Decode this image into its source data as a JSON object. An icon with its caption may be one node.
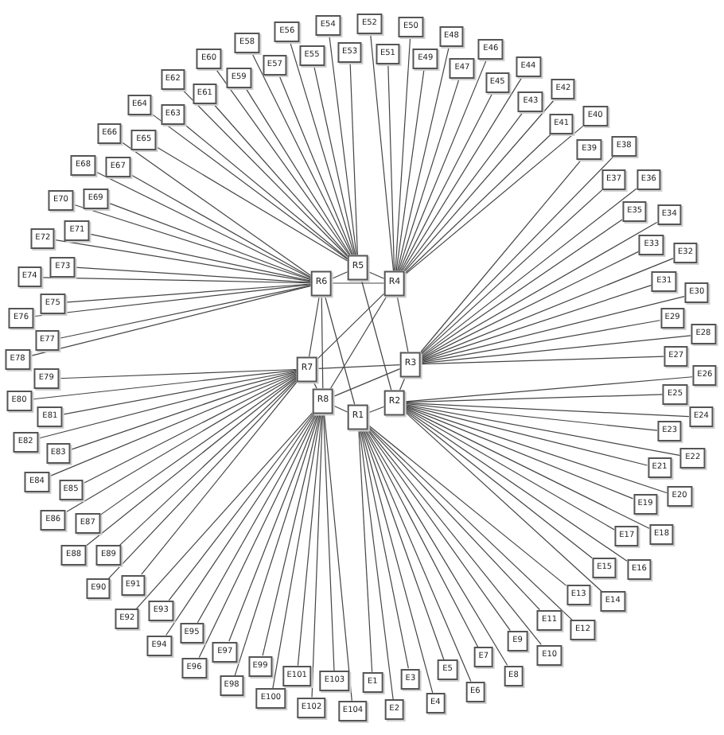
{
  "diagram": {
    "nodes": [
      {
        "text": [
          "R1"
        ]
      },
      {
        "text": [
          "R2"
        ]
      },
      {
        "text": [
          "R3"
        ]
      },
      {
        "text": [
          "R4"
        ]
      },
      {
        "text": [
          "R5"
        ]
      },
      {
        "text": [
          "R6"
        ]
      },
      {
        "text": [
          "R7"
        ]
      },
      {
        "text": [
          "R8"
        ]
      },
      {
        "text": [
          "E1"
        ]
      },
      {
        "text": [
          "E2"
        ]
      },
      {
        "text": [
          "E3"
        ]
      },
      {
        "text": [
          "E4"
        ]
      },
      {
        "text": [
          "E5"
        ]
      },
      {
        "text": [
          "E6"
        ]
      },
      {
        "text": [
          "E7"
        ]
      },
      {
        "text": [
          "E8"
        ]
      },
      {
        "text": [
          "E9"
        ]
      },
      {
        "text": [
          "E10"
        ]
      },
      {
        "text": [
          "E11"
        ]
      },
      {
        "text": [
          "E12"
        ]
      },
      {
        "text": [
          "E13"
        ]
      },
      {
        "text": [
          "E14"
        ]
      },
      {
        "text": [
          "E15"
        ]
      },
      {
        "text": [
          "E16"
        ]
      },
      {
        "text": [
          "E17"
        ]
      },
      {
        "text": [
          "E18"
        ]
      },
      {
        "text": [
          "E19"
        ]
      },
      {
        "text": [
          "E20"
        ]
      },
      {
        "text": [
          "E21"
        ]
      },
      {
        "text": [
          "E22"
        ]
      },
      {
        "text": [
          "E23"
        ]
      },
      {
        "text": [
          "E24"
        ]
      },
      {
        "text": [
          "E25"
        ]
      },
      {
        "text": [
          "E26"
        ]
      },
      {
        "text": [
          "E27"
        ]
      },
      {
        "text": [
          "E28"
        ]
      },
      {
        "text": [
          "E29"
        ]
      },
      {
        "text": [
          "E30"
        ]
      },
      {
        "text": [
          "E31"
        ]
      },
      {
        "text": [
          "E32"
        ]
      },
      {
        "text": [
          "E33"
        ]
      },
      {
        "text": [
          "E34"
        ]
      },
      {
        "text": [
          "E35"
        ]
      },
      {
        "text": [
          "E36"
        ]
      },
      {
        "text": [
          "E37"
        ]
      },
      {
        "text": [
          "E38"
        ]
      },
      {
        "text": [
          "E39"
        ]
      },
      {
        "text": [
          "E40"
        ]
      },
      {
        "text": [
          "E41"
        ]
      },
      {
        "text": [
          "E42"
        ]
      },
      {
        "text": [
          "E43"
        ]
      },
      {
        "text": [
          "E44"
        ]
      },
      {
        "text": [
          "E45"
        ]
      },
      {
        "text": [
          "E46"
        ]
      },
      {
        "text": [
          "E47"
        ]
      },
      {
        "text": [
          "E48"
        ]
      },
      {
        "text": [
          "E49"
        ]
      },
      {
        "text": [
          "E50"
        ]
      },
      {
        "text": [
          "E51"
        ]
      },
      {
        "text": [
          "E52"
        ]
      },
      {
        "text": [
          "E53"
        ]
      },
      {
        "text": [
          "E54"
        ]
      },
      {
        "text": [
          "E55"
        ]
      },
      {
        "text": [
          "E56"
        ]
      },
      {
        "text": [
          "E57"
        ]
      },
      {
        "text": [
          "E58"
        ]
      },
      {
        "text": [
          "E59"
        ]
      },
      {
        "text": [
          "E60"
        ]
      },
      {
        "text": [
          "E61"
        ]
      },
      {
        "text": [
          "E62"
        ]
      },
      {
        "text": [
          "E63"
        ]
      },
      {
        "text": [
          "E64"
        ]
      },
      {
        "text": [
          "E65"
        ]
      },
      {
        "text": [
          "E66"
        ]
      },
      {
        "text": [
          "E67"
        ]
      },
      {
        "text": [
          "E68"
        ]
      },
      {
        "text": [
          "E69"
        ]
      },
      {
        "text": [
          "E70"
        ]
      },
      {
        "text": [
          "E71"
        ]
      },
      {
        "text": [
          "E72"
        ]
      },
      {
        "text": [
          "E73"
        ]
      },
      {
        "text": [
          "E74"
        ]
      },
      {
        "text": [
          "E75"
        ]
      },
      {
        "text": [
          "E76"
        ]
      },
      {
        "text": [
          "E77"
        ]
      },
      {
        "text": [
          "E78"
        ]
      },
      {
        "text": [
          "E79"
        ]
      },
      {
        "text": [
          "E80"
        ]
      },
      {
        "text": [
          "E81"
        ]
      },
      {
        "text": [
          "E82"
        ]
      },
      {
        "text": [
          "E83"
        ]
      },
      {
        "text": [
          "E84"
        ]
      },
      {
        "text": [
          "E85"
        ]
      },
      {
        "text": [
          "E86"
        ]
      },
      {
        "text": [
          "E87"
        ]
      },
      {
        "text": [
          "E88"
        ]
      },
      {
        "text": [
          "E89"
        ]
      },
      {
        "text": [
          "E90"
        ]
      },
      {
        "text": [
          "E91"
        ]
      },
      {
        "text": [
          "E92"
        ]
      },
      {
        "text": [
          "E93"
        ]
      },
      {
        "text": [
          "E94"
        ]
      },
      {
        "text": [
          "E95"
        ]
      },
      {
        "text": [
          "E96"
        ]
      },
      {
        "text": [
          "E97"
        ]
      },
      {
        "text": [
          "E98"
        ]
      },
      {
        "text": [
          "E99"
        ]
      },
      {
        "text": [
          "E100"
        ]
      },
      {
        "text": [
          "E101"
        ]
      },
      {
        "text": [
          "E102"
        ]
      },
      {
        "text": [
          "E103"
        ]
      },
      {
        "text": [
          "E104"
        ]
      }
    ],
    "edges": [
      {
        "from": 0,
        "to": 1,
        "arrow": "none"
      },
      {
        "from": 1,
        "to": 2,
        "arrow": "none"
      },
      {
        "from": 2,
        "to": 3,
        "arrow": "none"
      },
      {
        "from": 3,
        "to": 4,
        "arrow": "none"
      },
      {
        "from": 4,
        "to": 5,
        "arrow": "none"
      },
      {
        "from": 5,
        "to": 6,
        "arrow": "none"
      },
      {
        "from": 6,
        "to": 7,
        "arrow": "none"
      },
      {
        "from": 7,
        "to": 0,
        "arrow": "none"
      },
      {
        "from": 3,
        "to": 5,
        "arrow": "none"
      },
      {
        "from": 1,
        "to": 4,
        "arrow": "none"
      },
      {
        "from": 0,
        "to": 5,
        "arrow": "none"
      },
      {
        "from": 5,
        "to": 7,
        "arrow": "none"
      },
      {
        "from": 3,
        "to": 6,
        "arrow": "none"
      },
      {
        "from": 3,
        "to": 7,
        "arrow": "none"
      },
      {
        "from": 2,
        "to": 6,
        "arrow": "none"
      },
      {
        "from": 2,
        "to": 7,
        "arrow": "none"
      },
      {
        "from": 8,
        "to": 0,
        "arrow": "none"
      },
      {
        "from": 9,
        "to": 0,
        "arrow": "none"
      },
      {
        "from": 10,
        "to": 0,
        "arrow": "none"
      },
      {
        "from": 11,
        "to": 0,
        "arrow": "none"
      },
      {
        "from": 12,
        "to": 0,
        "arrow": "none"
      },
      {
        "from": 13,
        "to": 0,
        "arrow": "none"
      },
      {
        "from": 14,
        "to": 0,
        "arrow": "none"
      },
      {
        "from": 15,
        "to": 0,
        "arrow": "none"
      },
      {
        "from": 16,
        "to": 0,
        "arrow": "none"
      },
      {
        "from": 17,
        "to": 0,
        "arrow": "none"
      },
      {
        "from": 18,
        "to": 0,
        "arrow": "none"
      },
      {
        "from": 19,
        "to": 0,
        "arrow": "none"
      },
      {
        "from": 20,
        "to": 0,
        "arrow": "none"
      },
      {
        "from": 21,
        "to": 1,
        "arrow": "none"
      },
      {
        "from": 22,
        "to": 1,
        "arrow": "none"
      },
      {
        "from": 23,
        "to": 1,
        "arrow": "none"
      },
      {
        "from": 24,
        "to": 1,
        "arrow": "none"
      },
      {
        "from": 25,
        "to": 1,
        "arrow": "none"
      },
      {
        "from": 26,
        "to": 1,
        "arrow": "none"
      },
      {
        "from": 27,
        "to": 1,
        "arrow": "none"
      },
      {
        "from": 28,
        "to": 1,
        "arrow": "none"
      },
      {
        "from": 29,
        "to": 1,
        "arrow": "none"
      },
      {
        "from": 30,
        "to": 1,
        "arrow": "none"
      },
      {
        "from": 31,
        "to": 1,
        "arrow": "none"
      },
      {
        "from": 32,
        "to": 1,
        "arrow": "none"
      },
      {
        "from": 33,
        "to": 1,
        "arrow": "none"
      },
      {
        "from": 34,
        "to": 2,
        "arrow": "none"
      },
      {
        "from": 35,
        "to": 2,
        "arrow": "none"
      },
      {
        "from": 36,
        "to": 2,
        "arrow": "none"
      },
      {
        "from": 37,
        "to": 2,
        "arrow": "none"
      },
      {
        "from": 38,
        "to": 2,
        "arrow": "none"
      },
      {
        "from": 39,
        "to": 2,
        "arrow": "none"
      },
      {
        "from": 40,
        "to": 2,
        "arrow": "none"
      },
      {
        "from": 41,
        "to": 2,
        "arrow": "none"
      },
      {
        "from": 42,
        "to": 2,
        "arrow": "none"
      },
      {
        "from": 43,
        "to": 2,
        "arrow": "none"
      },
      {
        "from": 44,
        "to": 2,
        "arrow": "none"
      },
      {
        "from": 45,
        "to": 2,
        "arrow": "none"
      },
      {
        "from": 46,
        "to": 2,
        "arrow": "none"
      },
      {
        "from": 47,
        "to": 3,
        "arrow": "none"
      },
      {
        "from": 48,
        "to": 3,
        "arrow": "none"
      },
      {
        "from": 49,
        "to": 3,
        "arrow": "none"
      },
      {
        "from": 50,
        "to": 3,
        "arrow": "none"
      },
      {
        "from": 51,
        "to": 3,
        "arrow": "none"
      },
      {
        "from": 52,
        "to": 3,
        "arrow": "none"
      },
      {
        "from": 53,
        "to": 3,
        "arrow": "none"
      },
      {
        "from": 54,
        "to": 3,
        "arrow": "none"
      },
      {
        "from": 55,
        "to": 3,
        "arrow": "none"
      },
      {
        "from": 56,
        "to": 3,
        "arrow": "none"
      },
      {
        "from": 57,
        "to": 3,
        "arrow": "none"
      },
      {
        "from": 58,
        "to": 3,
        "arrow": "none"
      },
      {
        "from": 59,
        "to": 3,
        "arrow": "none"
      },
      {
        "from": 60,
        "to": 4,
        "arrow": "none"
      },
      {
        "from": 61,
        "to": 4,
        "arrow": "none"
      },
      {
        "from": 62,
        "to": 4,
        "arrow": "none"
      },
      {
        "from": 63,
        "to": 4,
        "arrow": "none"
      },
      {
        "from": 64,
        "to": 4,
        "arrow": "none"
      },
      {
        "from": 65,
        "to": 4,
        "arrow": "none"
      },
      {
        "from": 66,
        "to": 4,
        "arrow": "none"
      },
      {
        "from": 67,
        "to": 4,
        "arrow": "none"
      },
      {
        "from": 68,
        "to": 4,
        "arrow": "none"
      },
      {
        "from": 69,
        "to": 4,
        "arrow": "none"
      },
      {
        "from": 70,
        "to": 4,
        "arrow": "none"
      },
      {
        "from": 71,
        "to": 4,
        "arrow": "none"
      },
      {
        "from": 72,
        "to": 4,
        "arrow": "none"
      },
      {
        "from": 73,
        "to": 5,
        "arrow": "none"
      },
      {
        "from": 74,
        "to": 5,
        "arrow": "none"
      },
      {
        "from": 75,
        "to": 5,
        "arrow": "none"
      },
      {
        "from": 76,
        "to": 5,
        "arrow": "none"
      },
      {
        "from": 77,
        "to": 5,
        "arrow": "none"
      },
      {
        "from": 78,
        "to": 5,
        "arrow": "none"
      },
      {
        "from": 79,
        "to": 5,
        "arrow": "none"
      },
      {
        "from": 80,
        "to": 5,
        "arrow": "none"
      },
      {
        "from": 81,
        "to": 5,
        "arrow": "none"
      },
      {
        "from": 82,
        "to": 5,
        "arrow": "none"
      },
      {
        "from": 83,
        "to": 5,
        "arrow": "none"
      },
      {
        "from": 84,
        "to": 5,
        "arrow": "none"
      },
      {
        "from": 85,
        "to": 5,
        "arrow": "none"
      },
      {
        "from": 86,
        "to": 6,
        "arrow": "none"
      },
      {
        "from": 87,
        "to": 6,
        "arrow": "none"
      },
      {
        "from": 88,
        "to": 6,
        "arrow": "none"
      },
      {
        "from": 89,
        "to": 6,
        "arrow": "none"
      },
      {
        "from": 90,
        "to": 6,
        "arrow": "none"
      },
      {
        "from": 91,
        "to": 6,
        "arrow": "none"
      },
      {
        "from": 92,
        "to": 6,
        "arrow": "none"
      },
      {
        "from": 93,
        "to": 6,
        "arrow": "none"
      },
      {
        "from": 94,
        "to": 6,
        "arrow": "none"
      },
      {
        "from": 95,
        "to": 6,
        "arrow": "none"
      },
      {
        "from": 96,
        "to": 6,
        "arrow": "none"
      },
      {
        "from": 97,
        "to": 6,
        "arrow": "none"
      },
      {
        "from": 98,
        "to": 6,
        "arrow": "none"
      },
      {
        "from": 99,
        "to": 7,
        "arrow": "none"
      },
      {
        "from": 100,
        "to": 7,
        "arrow": "none"
      },
      {
        "from": 101,
        "to": 7,
        "arrow": "none"
      },
      {
        "from": 102,
        "to": 7,
        "arrow": "none"
      },
      {
        "from": 103,
        "to": 7,
        "arrow": "none"
      },
      {
        "from": 104,
        "to": 7,
        "arrow": "none"
      },
      {
        "from": 105,
        "to": 7,
        "arrow": "none"
      },
      {
        "from": 106,
        "to": 7,
        "arrow": "none"
      },
      {
        "from": 107,
        "to": 7,
        "arrow": "none"
      },
      {
        "from": 108,
        "to": 7,
        "arrow": "none"
      },
      {
        "from": 109,
        "to": 7,
        "arrow": "none"
      },
      {
        "from": 110,
        "to": 7,
        "arrow": "none"
      },
      {
        "from": 111,
        "to": 7,
        "arrow": "none"
      }
    ]
  }
}
